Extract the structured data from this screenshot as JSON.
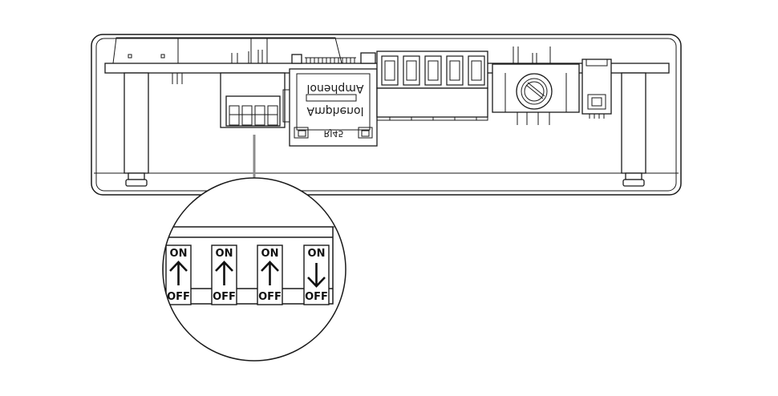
{
  "connector": {
    "line1": "Amphenol",
    "line2": "Amphenol",
    "port_label": "RJ45"
  },
  "dip_switches": [
    {
      "on_label": "ON",
      "off_label": "OFF",
      "state": "on"
    },
    {
      "on_label": "ON",
      "off_label": "OFF",
      "state": "on"
    },
    {
      "on_label": "ON",
      "off_label": "OFF",
      "state": "on"
    },
    {
      "on_label": "ON",
      "off_label": "OFF",
      "state": "off"
    }
  ],
  "colors": {
    "stroke": "#1a1a1a",
    "pointer_arrow": "#8c8c8c",
    "background": "#ffffff"
  }
}
